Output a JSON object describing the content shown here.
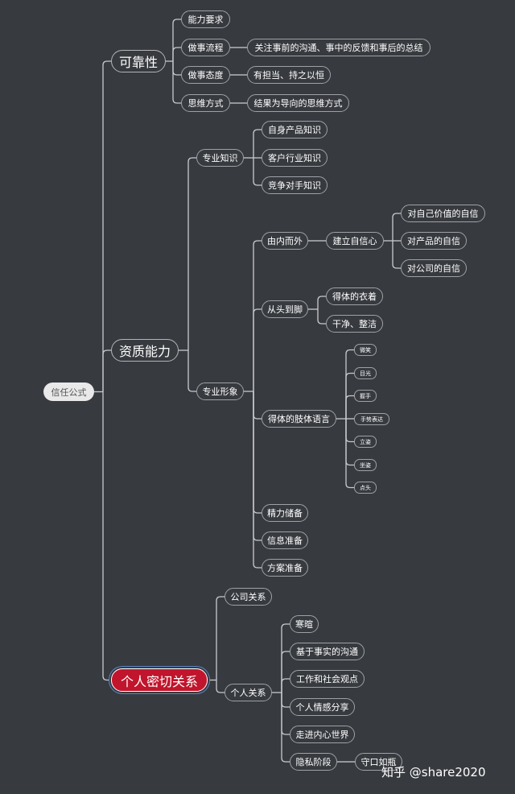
{
  "colors": {
    "background": "#373a3f",
    "line": "#c8cacd",
    "node_border": "#9ea1a6",
    "root_fill": "#e9e9e9",
    "highlight_fill": "#c0152c",
    "highlight_outline": "#5b86c7"
  },
  "root": {
    "label": "信任公式"
  },
  "branches": [
    {
      "label": "可靠性",
      "children": [
        {
          "label": "能力要求"
        },
        {
          "label": "做事流程",
          "children": [
            {
              "label": "关注事前的沟通、事中的反馈和事后的总结"
            }
          ]
        },
        {
          "label": "做事态度",
          "children": [
            {
              "label": "有担当、持之以恒"
            }
          ]
        },
        {
          "label": "思维方式",
          "children": [
            {
              "label": "结果为导向的思维方式"
            }
          ]
        }
      ]
    },
    {
      "label": "资质能力",
      "children": [
        {
          "label": "专业知识",
          "children": [
            {
              "label": "自身产品知识"
            },
            {
              "label": "客户行业知识"
            },
            {
              "label": "竞争对手知识"
            }
          ]
        },
        {
          "label": "专业形象",
          "children": [
            {
              "label": "由内而外",
              "children": [
                {
                  "label": "建立自信心",
                  "children": [
                    {
                      "label": "对自己价值的自信"
                    },
                    {
                      "label": "对产品的自信"
                    },
                    {
                      "label": "对公司的自信"
                    }
                  ]
                }
              ]
            },
            {
              "label": "从头到脚",
              "children": [
                {
                  "label": "得体的衣着"
                },
                {
                  "label": "干净、整洁"
                }
              ]
            },
            {
              "label": "得体的肢体语言",
              "children": [
                {
                  "label": "微笑"
                },
                {
                  "label": "目光"
                },
                {
                  "label": "握手"
                },
                {
                  "label": "手势表达"
                },
                {
                  "label": "立姿"
                },
                {
                  "label": "坐姿"
                },
                {
                  "label": "点头"
                }
              ]
            },
            {
              "label": "精力储备"
            },
            {
              "label": "信息准备"
            },
            {
              "label": "方案准备"
            }
          ]
        }
      ]
    },
    {
      "label": "个人密切关系",
      "children": [
        {
          "label": "公司关系"
        },
        {
          "label": "个人关系",
          "children": [
            {
              "label": "寒暄"
            },
            {
              "label": "基于事实的沟通"
            },
            {
              "label": "工作和社会观点"
            },
            {
              "label": "个人情感分享"
            },
            {
              "label": "走进内心世界"
            },
            {
              "label": "隐私阶段",
              "children": [
                {
                  "label": "守口如瓶"
                }
              ]
            }
          ]
        }
      ]
    }
  ],
  "watermark": "知乎 @share2020"
}
